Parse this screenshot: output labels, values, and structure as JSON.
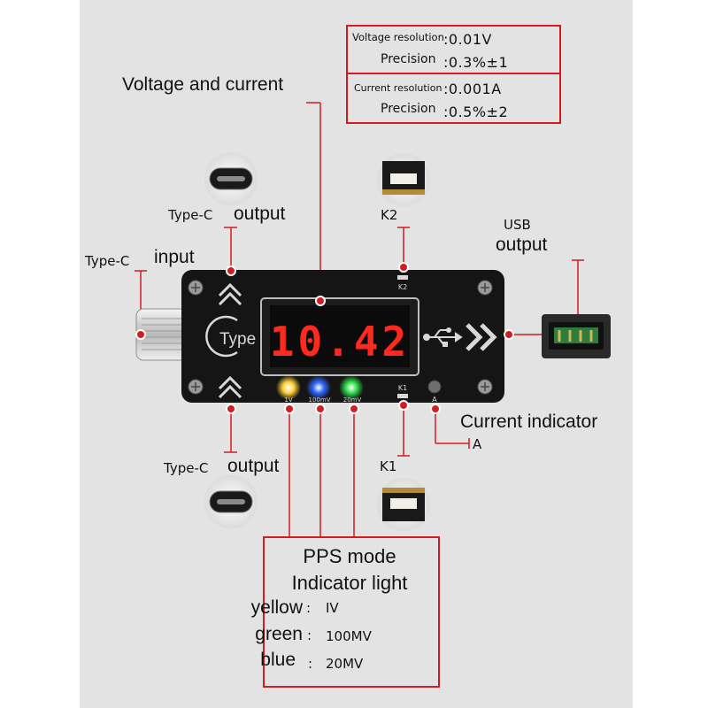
{
  "colors": {
    "background": "#ffffff",
    "panel": "#e3e3e3",
    "accent_red": "#d21d20",
    "led_segment": "#ff2a1e",
    "pcb": "#151515"
  },
  "specs": {
    "voltage_resolution_label": "Voltage resolution",
    "voltage_resolution_value": ":0.01V",
    "voltage_precision_label": "Precision",
    "voltage_precision_value": ":0.3%±1",
    "current_resolution_label": "Current resolution",
    "current_resolution_value": ":0.001A",
    "current_precision_label": "Precision",
    "current_precision_value": ":0.5%±2"
  },
  "labels": {
    "voltage_and_current": "Voltage and current",
    "typec_output_top_prefix": "Type-C",
    "typec_output_top_word": "output",
    "typec_input_prefix": "Type-C",
    "typec_input_word": "input",
    "k2": "K2",
    "usb_output_prefix": "USB",
    "usb_output_word": "output",
    "current_indicator": "Current indicator",
    "current_indicator_unit": "A",
    "typec_output_bottom_prefix": "Type-C",
    "typec_output_bottom_word": "output",
    "k1": "K1"
  },
  "board": {
    "display": "10.42",
    "logo_text": "Type",
    "silk_k2": "K2",
    "silk_k1": "K1",
    "silk_a": "A",
    "led_1v": "1V",
    "led_100mv": "100mV",
    "led_20mv": "20mV",
    "led_colors": [
      "#ffd23a",
      "#3a6cff",
      "#2fe04a"
    ]
  },
  "pps": {
    "title_line1": "PPS mode",
    "title_line2": "Indicator light",
    "rows": [
      {
        "name": "yellow",
        "sep": ":",
        "value": "IV"
      },
      {
        "name": "green",
        "sep": ":",
        "value": "100MV"
      },
      {
        "name": "blue",
        "sep": ":",
        "value": "20MV"
      }
    ]
  },
  "icons": {
    "usb": "usb-trident-icon",
    "arrows": "double-chevron-icon",
    "screw": "screw-icon"
  }
}
